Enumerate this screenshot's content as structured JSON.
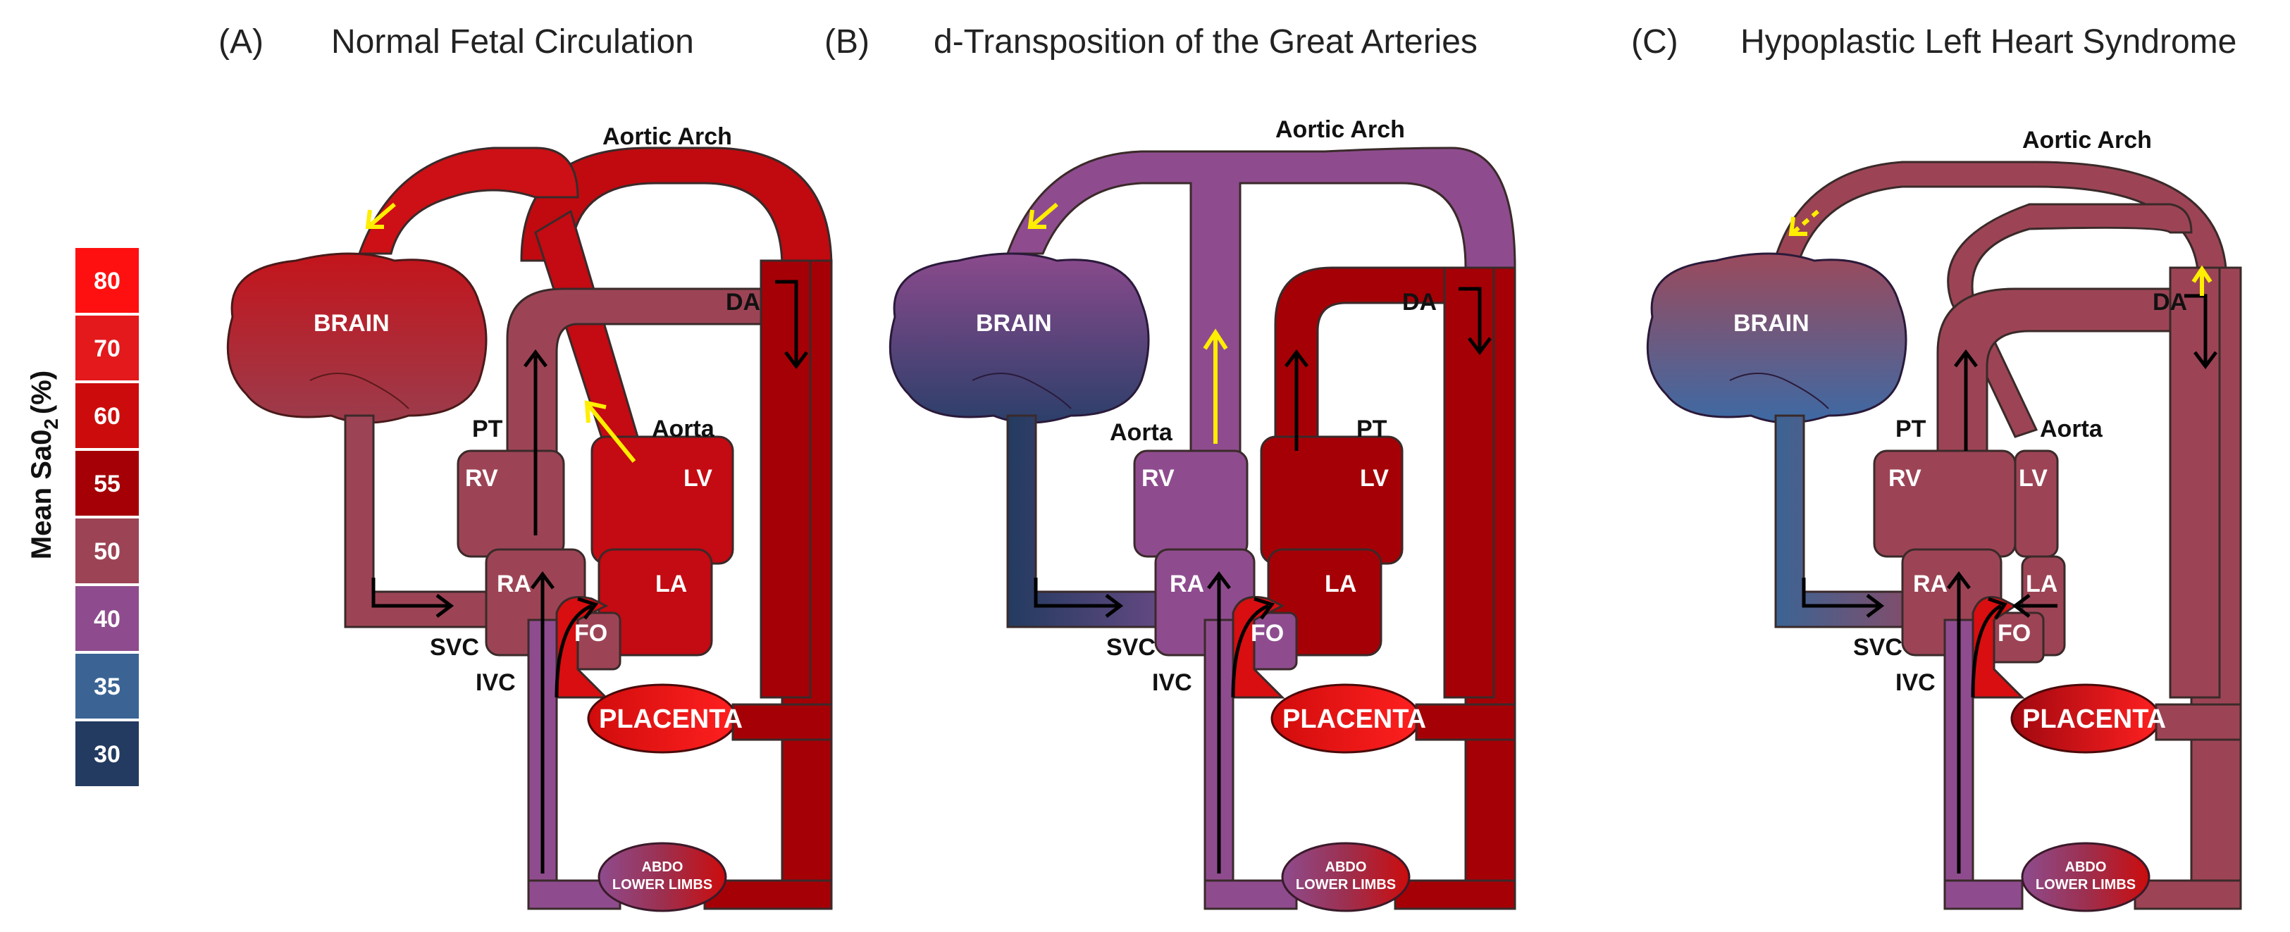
{
  "legend": {
    "axis_label": "Mean Sa0",
    "axis_subscript": "2",
    "axis_unit": "(%)",
    "items": [
      {
        "value": "80",
        "color": "#ff1010"
      },
      {
        "value": "70",
        "color": "#e3191c"
      },
      {
        "value": "60",
        "color": "#cc0c0c"
      },
      {
        "value": "55",
        "color": "#a50006"
      },
      {
        "value": "50",
        "color": "#9c4455"
      },
      {
        "value": "40",
        "color": "#8e4c8e"
      },
      {
        "value": "35",
        "color": "#3b6494"
      },
      {
        "value": "30",
        "color": "#233b60"
      }
    ]
  },
  "panels": [
    {
      "letter": "(A)",
      "title": "Normal Fetal Circulation",
      "labels": {
        "aortic_arch": "Aortic Arch",
        "brain": "BRAIN",
        "da": "DA",
        "pt": "PT",
        "aorta": "Aorta",
        "rv": "RV",
        "lv": "LV",
        "ra": "RA",
        "la": "LA",
        "fo": "FO",
        "svc": "SVC",
        "ivc": "IVC",
        "placenta": "PLACENTA",
        "abdo": "ABDO",
        "lower_limbs": "LOWER LIMBS"
      }
    },
    {
      "letter": "(B)",
      "title": "d-Transposition of the Great Arteries",
      "labels": {
        "aortic_arch": "Aortic Arch",
        "brain": "BRAIN",
        "da": "DA",
        "pt": "PT",
        "aorta": "Aorta",
        "rv": "RV",
        "lv": "LV",
        "ra": "RA",
        "la": "LA",
        "fo": "FO",
        "svc": "SVC",
        "ivc": "IVC",
        "placenta": "PLACENTA",
        "abdo": "ABDO",
        "lower_limbs": "LOWER LIMBS"
      }
    },
    {
      "letter": "(C)",
      "title": "Hypoplastic Left Heart Syndrome",
      "labels": {
        "aortic_arch": "Aortic Arch",
        "brain": "BRAIN",
        "da": "DA",
        "pt": "PT",
        "aorta": "Aorta",
        "rv": "RV",
        "lv": "LV",
        "ra": "RA",
        "la": "LA",
        "fo": "FO",
        "svc": "SVC",
        "ivc": "IVC",
        "placenta": "PLACENTA",
        "abdo": "ABDO",
        "lower_limbs": "LOWER LIMBS"
      }
    }
  ],
  "colors": {
    "arrow_flow": "#ffee00",
    "arrow_direction": "#000000"
  }
}
